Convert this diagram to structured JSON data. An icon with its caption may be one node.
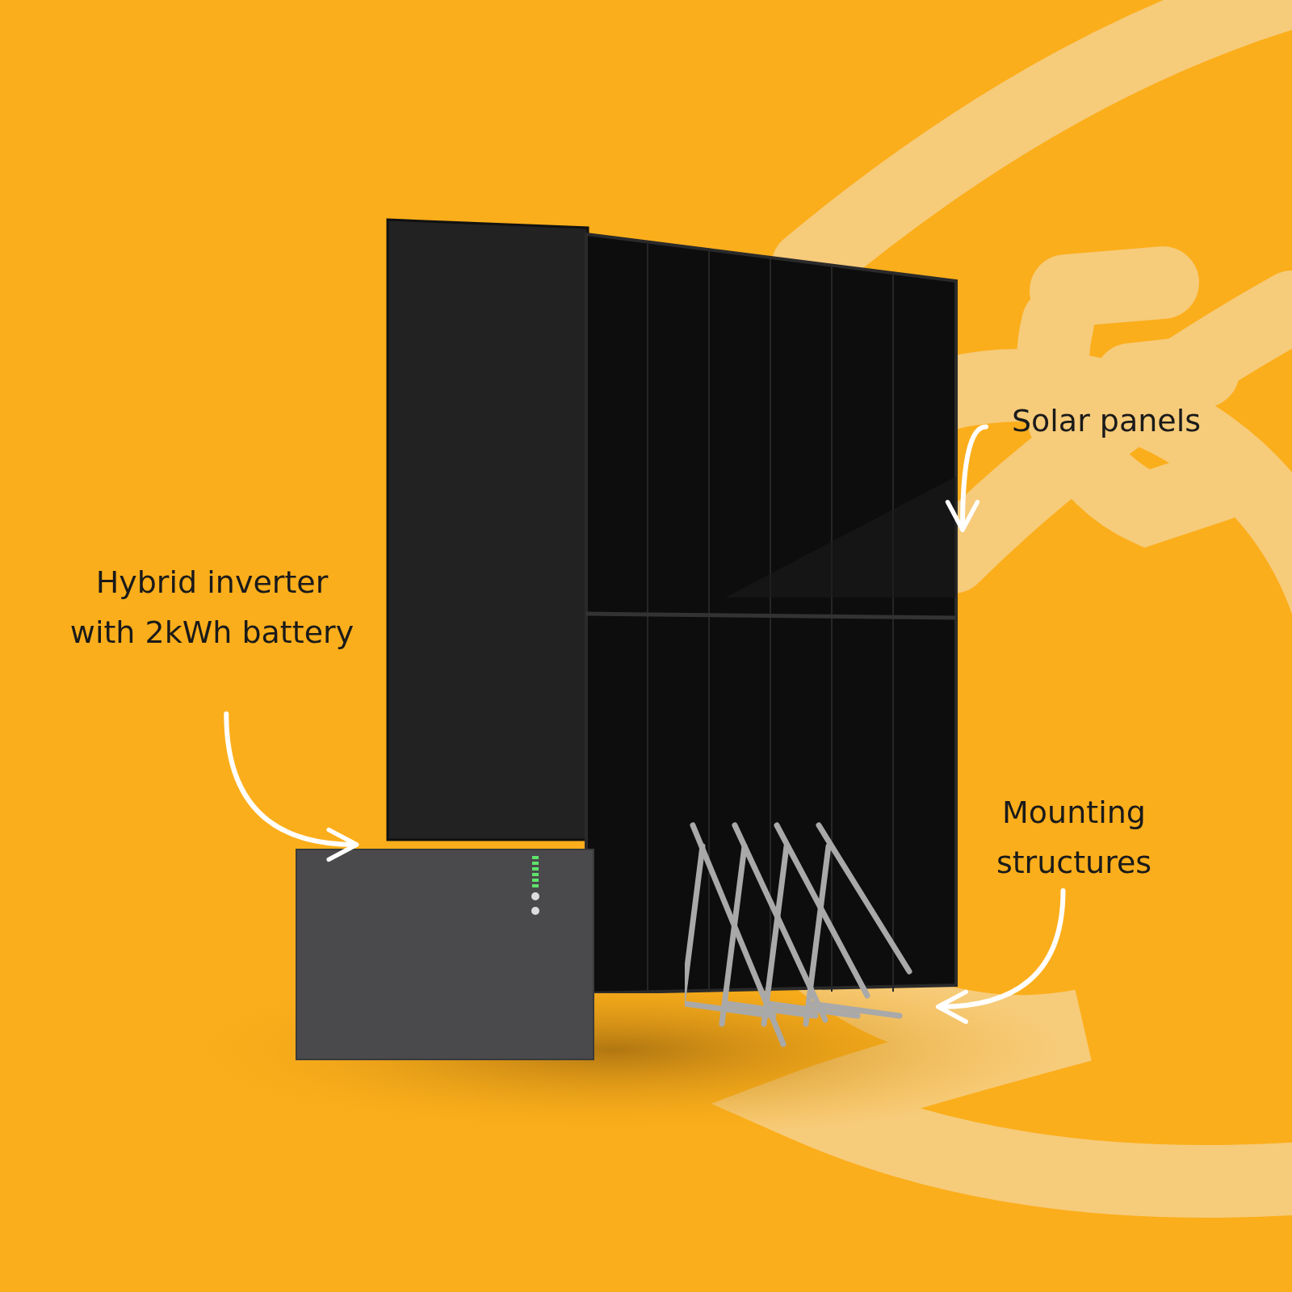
{
  "diagram": {
    "nodes": [
      {
        "text": [],
        "shape": "picture"
      },
      {
        "text": [
          "Solar panels"
        ]
      },
      {
        "text": [
          "Hybrid inverter with 2kWh battery"
        ]
      },
      {
        "text": [
          "Mounting structures"
        ]
      },
      {
        "text": [],
        "shape": "picture"
      },
      {
        "text": [],
        "shape": "picture"
      }
    ],
    "edges": [
      {
        "from": 1,
        "to": 0,
        "arrow": "to"
      },
      {
        "from": 2,
        "to": 4,
        "arrow": "to"
      },
      {
        "from": 3,
        "to": 5,
        "arrow": "to"
      }
    ]
  }
}
